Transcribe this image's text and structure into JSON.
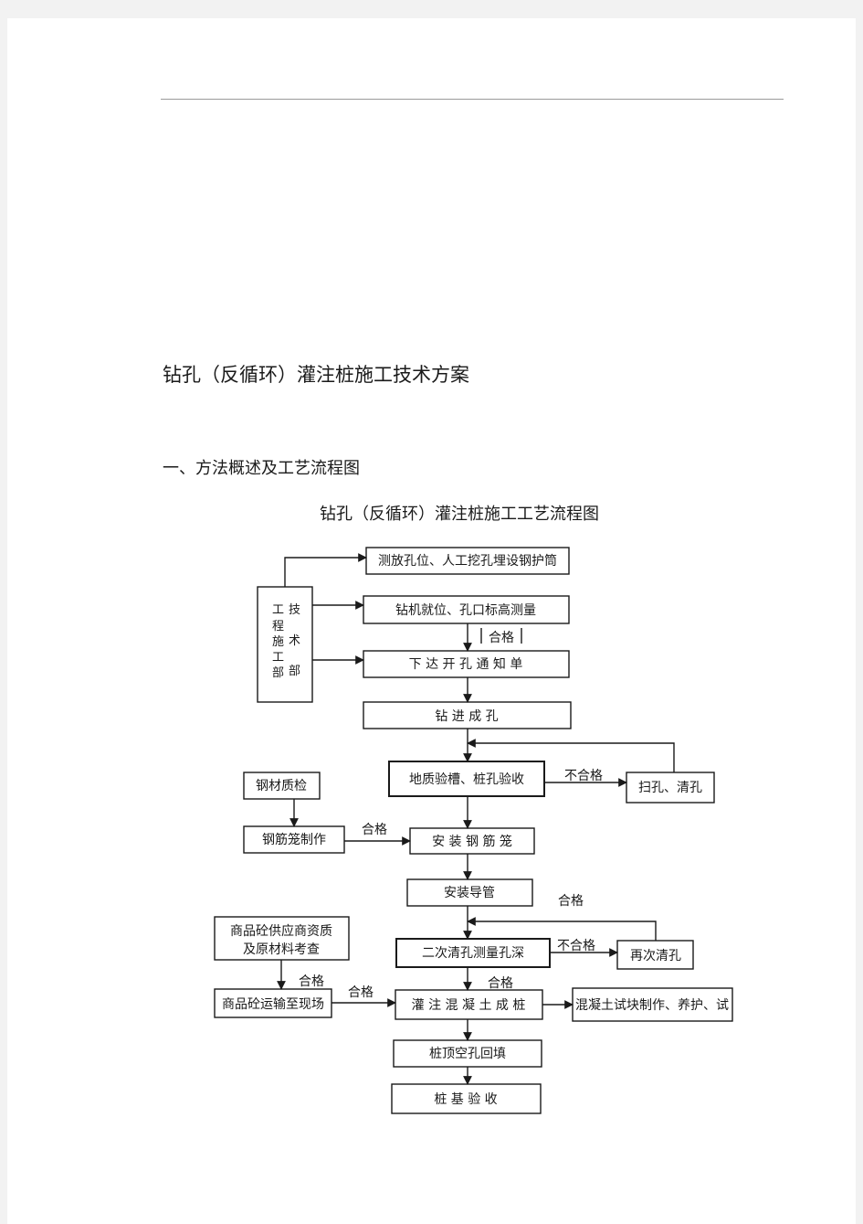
{
  "doc": {
    "title": "钻孔（反循环）灌注桩施工技术方案",
    "section": "一、方法概述及工艺流程图",
    "figure_title": "钻孔（反循环）灌注桩施工工艺流程图"
  },
  "flow": {
    "side_box_col1": [
      "工",
      "程",
      "施",
      "工",
      "部"
    ],
    "side_box_col2": [
      "技",
      "术",
      "部"
    ],
    "steps": {
      "s1": "测放孔位、人工挖孔埋设钢护筒",
      "s2": "钻机就位、孔口标高测量",
      "s3": "下 达 开 孔 通 知 单",
      "s4": "钻  进  成  孔",
      "s5": "地质验槽、桩孔验收",
      "s6": "扫孔、清孔",
      "s7": "钢材质检",
      "s8": "钢筋笼制作",
      "s9": "安 装 钢 筋 笼",
      "s10": "安装导管",
      "s11a": "商品砼供应商资质",
      "s11b": "及原材料考查",
      "s12": "二次清孔测量孔深",
      "s13": "再次清孔",
      "s14": "商品砼运输至现场",
      "s15": "灌 注 混 凝 土 成 桩",
      "s16": "混凝土试块制作、养护、试",
      "s17": "桩顶空孔回填",
      "s18": "桩  基  验  收"
    },
    "labels": {
      "pass_bracket": "合格",
      "fail_1": "不合格",
      "pass_rebar": "合格",
      "pass_loop": "合格",
      "fail_2": "不合格",
      "pass_supplier": "合格",
      "pass_transport": "合格",
      "pass_pour": "合格"
    }
  }
}
